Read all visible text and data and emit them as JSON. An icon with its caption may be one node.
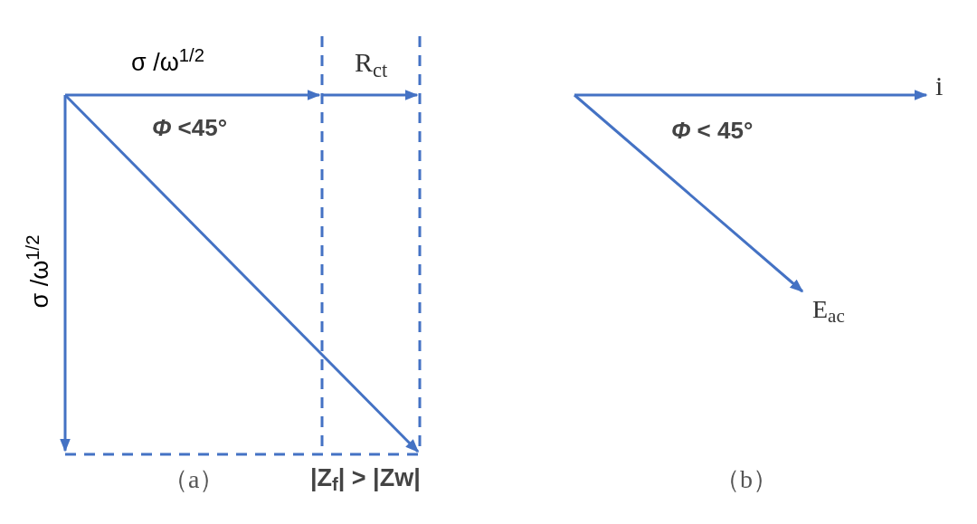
{
  "diagram": {
    "labels": [
      "σ /ω$^{1/2}$",
      "R$_{ct}$",
      "*Φ* <45°",
      "σ /ω$^{1/2}$",
      "（a）",
      "|Z$_{f}$| > |Zw|",
      "i",
      "*Φ* < 45°",
      "E$_{ac}$",
      "（b）"
    ]
  }
}
